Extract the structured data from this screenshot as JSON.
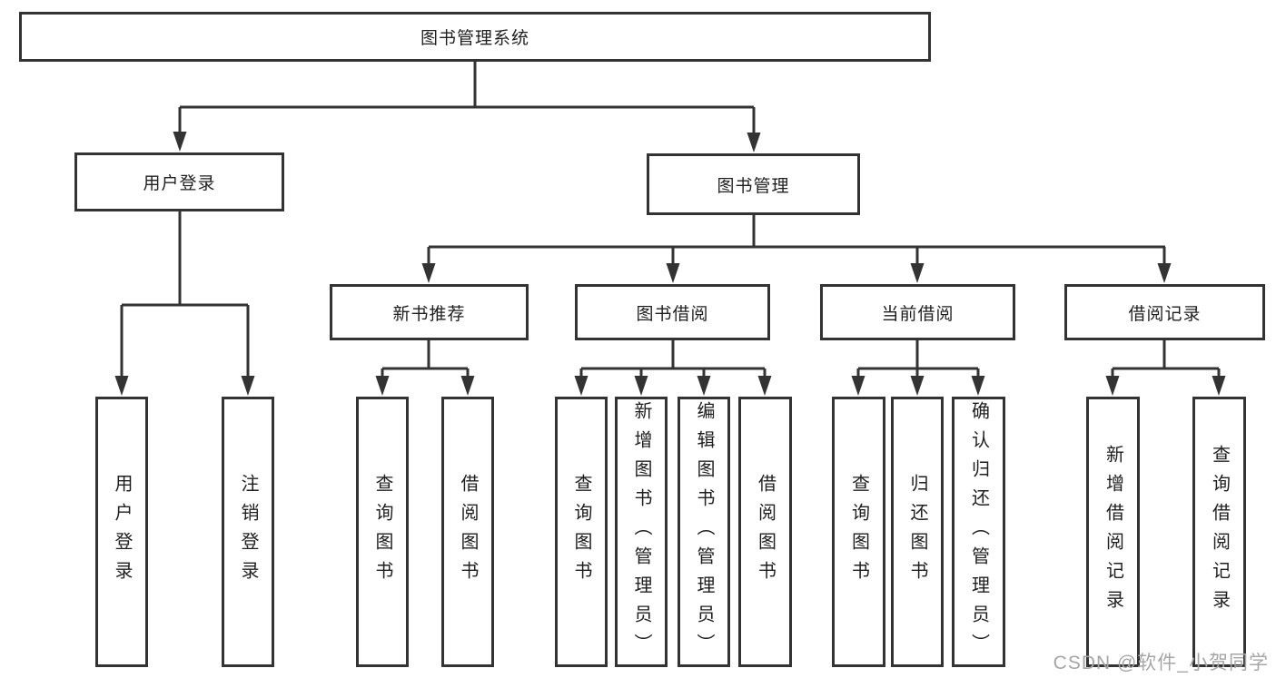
{
  "tree": {
    "label": "图书管理系统",
    "children": [
      {
        "label": "用户登录",
        "children": [
          {
            "label": "用户登录"
          },
          {
            "label": "注销登录"
          }
        ]
      },
      {
        "label": "图书管理",
        "children": [
          {
            "label": "新书推荐",
            "children": [
              {
                "label": "查询图书"
              },
              {
                "label": "借阅图书"
              }
            ]
          },
          {
            "label": "图书借阅",
            "children": [
              {
                "label": "查询图书"
              },
              {
                "label": "新增图书（管理员）"
              },
              {
                "label": "编辑图书（管理员）"
              },
              {
                "label": "借阅图书"
              }
            ]
          },
          {
            "label": "当前借阅",
            "children": [
              {
                "label": "查询图书"
              },
              {
                "label": "归还图书"
              },
              {
                "label": "确认归还（管理员）"
              }
            ]
          },
          {
            "label": "借阅记录",
            "children": [
              {
                "label": "新增借阅记录"
              },
              {
                "label": "查询借阅记录"
              }
            ]
          }
        ]
      }
    ]
  },
  "watermark": "CSDN @软件_小贺同学",
  "colors": {
    "line": "#333333",
    "box_border": "#333333",
    "text": "#1f1f1f",
    "watermark": "#a6a6a6",
    "background": "#ffffff"
  }
}
